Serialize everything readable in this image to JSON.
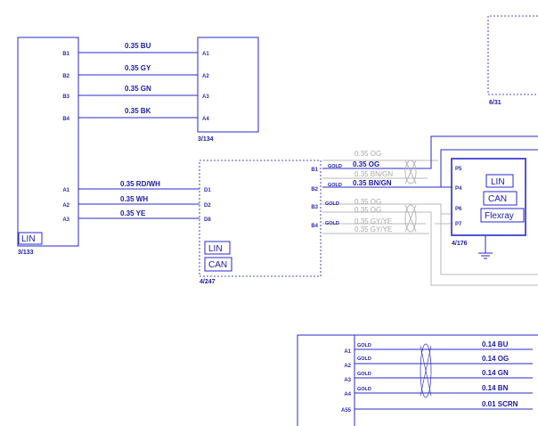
{
  "connectors": {
    "c133": {
      "ref": "3/133",
      "label": "LIN",
      "pins": [
        "B1",
        "B2",
        "B3",
        "B4",
        "A1",
        "A2",
        "A3"
      ]
    },
    "c134": {
      "ref": "3/134",
      "pins": [
        "A1",
        "A2",
        "A3",
        "A4"
      ]
    },
    "c247": {
      "ref": "4/247",
      "labels": [
        "LIN",
        "CAN"
      ],
      "pins_left": [
        "D1",
        "D2",
        "D8"
      ],
      "pins_right": [
        "B1",
        "B2",
        "B3",
        "B4"
      ]
    },
    "c176": {
      "ref": "4/176",
      "labels": [
        "LIN",
        "CAN",
        "Flexray"
      ],
      "pins": [
        "P5",
        "P4",
        "P6",
        "P7"
      ]
    },
    "c31": {
      "ref": "6/31"
    },
    "cbottom": {
      "pins": [
        "A1",
        "A2",
        "A3",
        "A4",
        "A55"
      ]
    }
  },
  "wires_top": [
    "0.35 BU",
    "0.35 GY",
    "0.35 GN",
    "0.35 BK"
  ],
  "wires_mid": [
    "0.35 RD/WH",
    "0.35 WH",
    "0.35 YE"
  ],
  "wires_right": {
    "b1_grey": "0.35 OG",
    "b1": "0.35 OG",
    "b2": "0.35 BN/GN",
    "b2_grey": "0.35 BN/GN",
    "b3_grey1": "0.35 OG",
    "b3_grey2": "0.35 OG",
    "b4_grey1": "0.35 GY/YE",
    "b4_grey2": "0.35 GY/YE",
    "gold": "GOLD"
  },
  "wires_bottom": [
    "0.14 BU",
    "0.14 OG",
    "0.14 GN",
    "0.14 BN",
    "0.01 SCRN"
  ]
}
